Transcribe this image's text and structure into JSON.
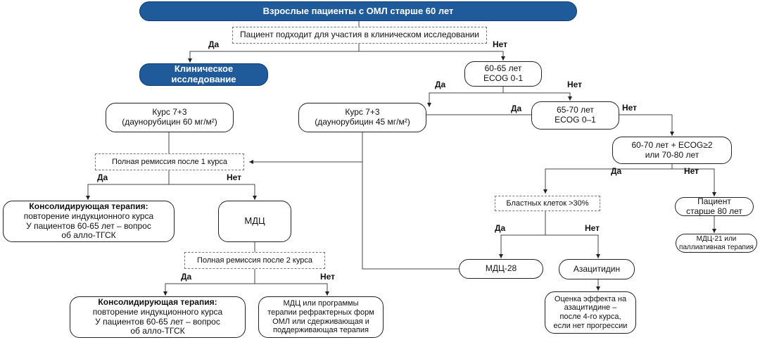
{
  "title": "Взрослые пациенты с ОМЛ старше 60 лет",
  "q_trial": "Пациент подходит для участия в клиническом исследовании",
  "yes": "Да",
  "no": "Нет",
  "trial": [
    "Клиническое",
    "исследование"
  ],
  "age_6065": [
    "60-65 лет",
    "ECOG 0-1"
  ],
  "age_6570": [
    "65-70 лет",
    "ECOG 0–1"
  ],
  "age_6080": [
    "60-70 лет + ECOG≥2",
    "или 70-80 лет"
  ],
  "course_60": [
    "Курс 7+3",
    "(даунорубицин 60 мг/м²)"
  ],
  "course_45": [
    "Курс 7+3",
    "(даунорубицин 45 мг/м²)"
  ],
  "remission_1": "Полная ремиссия после 1 курса",
  "remission_2": "Полная ремиссия после 2 курса",
  "consol": {
    "title": "Консолидирующая терапия:",
    "lines": [
      "повторение индукционного курса",
      "У пациентов 60-65 лет – вопрос",
      "об алло-ТГСК"
    ]
  },
  "mdc": "МДЦ",
  "mdc_refractory": [
    "МДЦ или программы",
    "терапии рефрактерных форм",
    "ОМЛ или сдерживающая и",
    "поддерживающая терапия"
  ],
  "blasts": "Бластных клеток >30%",
  "mdc28": "МДЦ-28",
  "azacitidine": "Азацитидин",
  "aza_eval": [
    "Оценка эффекта на",
    "азацитидине –",
    "после 4-го курса,",
    "если нет прогрессии"
  ],
  "over80": [
    "Пациент",
    "старше 80 лет"
  ],
  "mdc21": [
    "МДЦ-21 или",
    "паллиативная терапия"
  ]
}
